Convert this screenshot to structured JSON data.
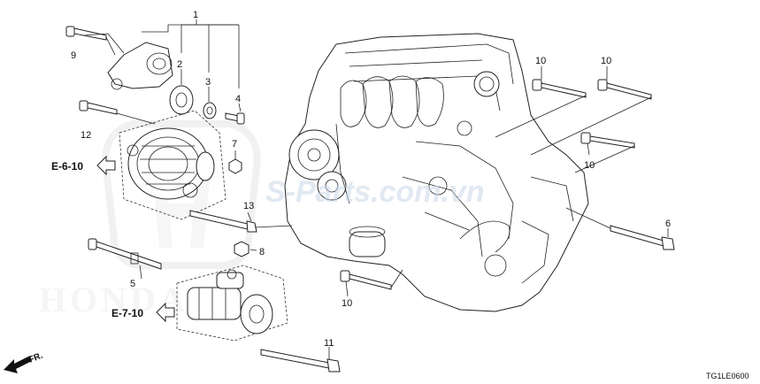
{
  "diagram": {
    "figure_code": "TG1LE0600",
    "watermark": "S-Parts.com.vn",
    "logo_text": "HONDA",
    "front_indicator": "FR.",
    "references": [
      {
        "id": "ref-e610",
        "label": "E-6-10"
      },
      {
        "id": "ref-e710",
        "label": "E-7-10"
      }
    ],
    "callouts": [
      {
        "id": "c1",
        "label": "1"
      },
      {
        "id": "c2",
        "label": "2"
      },
      {
        "id": "c3",
        "label": "3"
      },
      {
        "id": "c4",
        "label": "4"
      },
      {
        "id": "c5",
        "label": "5"
      },
      {
        "id": "c6",
        "label": "6"
      },
      {
        "id": "c7",
        "label": "7"
      },
      {
        "id": "c8",
        "label": "8"
      },
      {
        "id": "c9",
        "label": "9"
      },
      {
        "id": "c10a",
        "label": "10"
      },
      {
        "id": "c10b",
        "label": "10"
      },
      {
        "id": "c10c",
        "label": "10"
      },
      {
        "id": "c10d",
        "label": "10"
      },
      {
        "id": "c11",
        "label": "11"
      },
      {
        "id": "c12",
        "label": "12"
      },
      {
        "id": "c13",
        "label": "13"
      }
    ]
  }
}
